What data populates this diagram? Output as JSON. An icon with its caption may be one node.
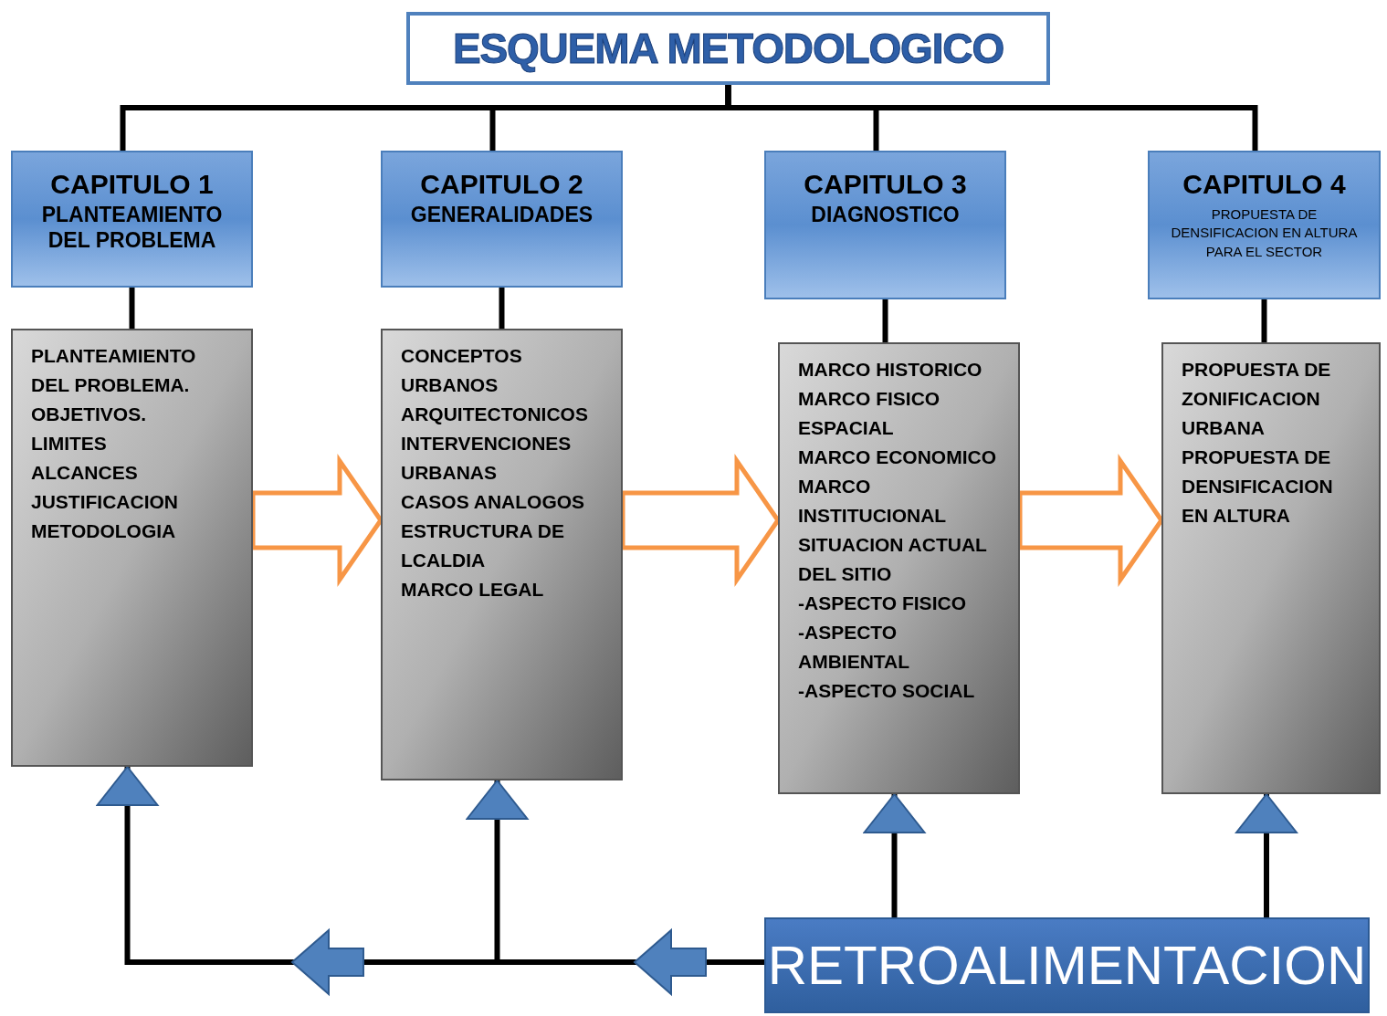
{
  "diagram": {
    "nodes": [
      {
        "text": [
          "ESQUEMA METODOLOGICO"
        ]
      },
      {
        "text": [
          "CAPITULO 1",
          "PLANTEAMIENTO DEL PROBLEMA"
        ]
      },
      {
        "text": [
          "CAPITULO 2",
          "GENERALIDADES"
        ]
      },
      {
        "text": [
          "CAPITULO 3",
          "DIAGNOSTICO"
        ]
      },
      {
        "text": [
          "CAPITULO 4",
          "PROPUESTA DE DENSIFICACION EN ALTURA PARA EL SECTOR"
        ]
      },
      {
        "text": [
          "PLANTEAMIENTO DEL PROBLEMA.",
          "OBJETIVOS.",
          "LIMITES",
          "ALCANCES",
          "JUSTIFICACION",
          "METODOLOGIA"
        ]
      },
      {
        "text": [
          "CONCEPTOS URBANOS ARQUITECTONICOS",
          "INTERVENCIONES URBANAS",
          "CASOS ANALOGOS",
          "ESTRUCTURA DE LCALDIA",
          "MARCO LEGAL"
        ]
      },
      {
        "text": [
          "MARCO HISTORICO",
          "MARCO FISICO ESPACIAL",
          "MARCO ECONOMICO",
          "MARCO INSTITUCIONAL",
          "SITUACION ACTUAL DEL SITIO",
          "-ASPECTO FISICO",
          "-ASPECTO AMBIENTAL",
          "-ASPECTO SOCIAL"
        ]
      },
      {
        "text": [
          "PROPUESTA DE ZONIFICACION URBANA",
          "PROPUESTA DE DENSIFICACION EN ALTURA"
        ]
      },
      {
        "text": [
          "RETROALIMENTACION"
        ]
      }
    ],
    "edges": [
      {
        "from": 0,
        "to": 1,
        "arrow": "none"
      },
      {
        "from": 0,
        "to": 2,
        "arrow": "none"
      },
      {
        "from": 0,
        "to": 3,
        "arrow": "none"
      },
      {
        "from": 0,
        "to": 4,
        "arrow": "none"
      },
      {
        "from": 1,
        "to": 5,
        "arrow": "none"
      },
      {
        "from": 2,
        "to": 6,
        "arrow": "none"
      },
      {
        "from": 3,
        "to": 7,
        "arrow": "none"
      },
      {
        "from": 4,
        "to": 8,
        "arrow": "none"
      },
      {
        "from": 5,
        "to": 6,
        "arrow": "to",
        "color": "#f79646"
      },
      {
        "from": 6,
        "to": 7,
        "arrow": "to",
        "color": "#f79646"
      },
      {
        "from": 7,
        "to": 8,
        "arrow": "to",
        "color": "#f79646"
      },
      {
        "from": 9,
        "to": 5,
        "arrow": "to"
      },
      {
        "from": 9,
        "to": 6,
        "arrow": "to"
      },
      {
        "from": 9,
        "to": 7,
        "arrow": "to"
      },
      {
        "from": 9,
        "to": 8,
        "arrow": "to"
      }
    ]
  }
}
